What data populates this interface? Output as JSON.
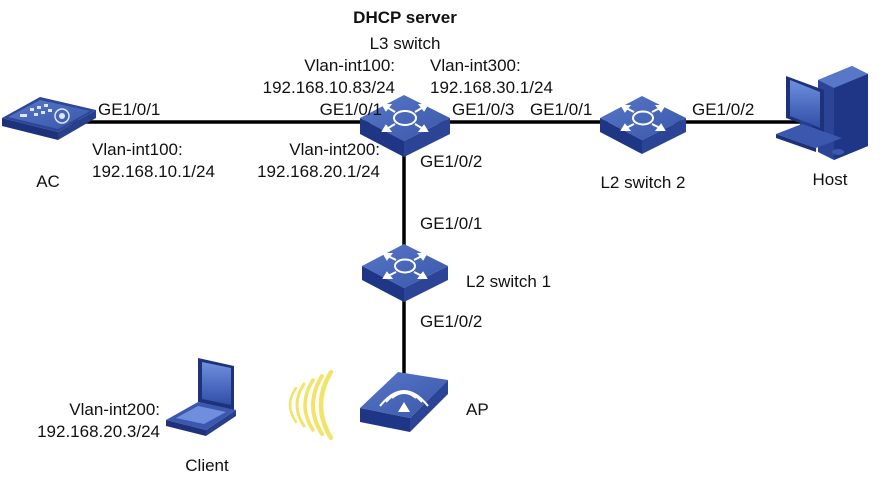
{
  "title": "DHCP server",
  "nodes": {
    "ac": "AC",
    "l3_switch": "L3 switch",
    "l2_switch_1": "L2 switch 1",
    "l2_switch_2": "L2 switch 2",
    "host": "Host",
    "ap": "AP",
    "client": "Client"
  },
  "ports": {
    "ac_ge101": "GE1/0/1",
    "l3_ge101": "GE1/0/1",
    "l3_ge103": "GE1/0/3",
    "l3_ge102": "GE1/0/2",
    "l2s2_ge101": "GE1/0/1",
    "l2s2_ge102": "GE1/0/2",
    "l2s1_ge101": "GE1/0/1",
    "l2s1_ge102": "GE1/0/2"
  },
  "interfaces": {
    "ac_vlan100": {
      "name": "Vlan-int100:",
      "ip": "192.168.10.1/24"
    },
    "l3_vlan100": {
      "name": "Vlan-int100:",
      "ip": "192.168.10.83/24"
    },
    "l3_vlan200": {
      "name": "Vlan-int200:",
      "ip": "192.168.20.1/24"
    },
    "l3_vlan300": {
      "name": "Vlan-int300:",
      "ip": "192.168.30.1/24"
    },
    "client_vlan200": {
      "name": "Vlan-int200:",
      "ip": "192.168.20.3/24"
    }
  },
  "colors": {
    "device_top": "#3f5fb3",
    "device_side": "#22398a",
    "link": "#000000",
    "wifi": "#f1e468"
  }
}
